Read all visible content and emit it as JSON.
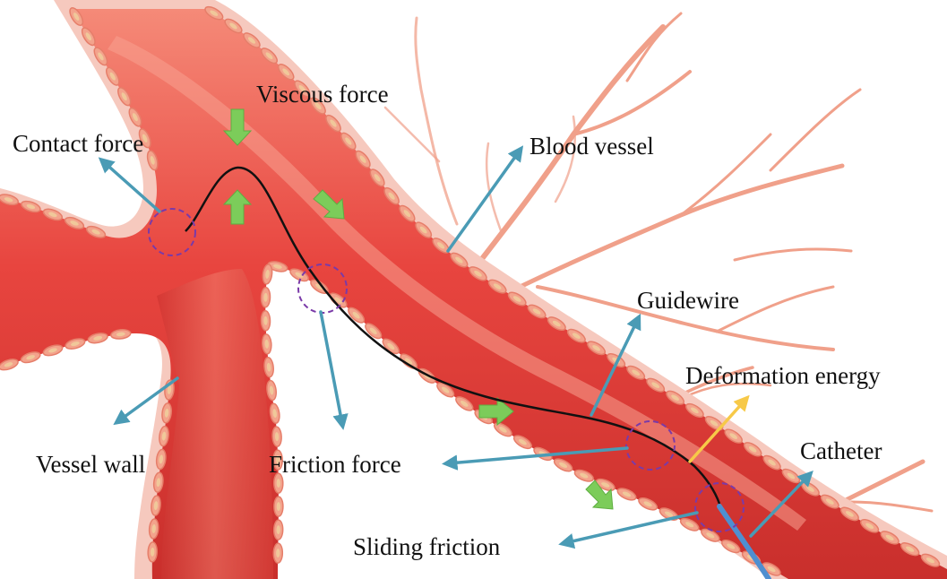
{
  "labels": {
    "viscous_force": "Viscous force",
    "contact_force": "Contact force",
    "blood_vessel": "Blood vessel",
    "guidewire": "Guidewire",
    "deformation_energy": "Deformation energy",
    "catheter": "Catheter",
    "vessel_wall": "Vessel wall",
    "friction_force": "Friction force",
    "sliding_friction": "Sliding friction"
  },
  "colors": {
    "vessel_fill": "#e8453f",
    "vessel_dark": "#c92f2c",
    "vessel_light": "#f58a78",
    "wall_outer": "#f6c9be",
    "wall_cell": "#f3a38c",
    "wall_cell_core": "#f0c89a",
    "capillary": "#f0a08a",
    "arrow_teal": "#4a9bb5",
    "arrow_green": "#7ccc5a",
    "arrow_yellow": "#f7c948",
    "guidewire": "#111111",
    "catheter": "#4f8fd0",
    "circle_dash": "#7a3aa8"
  }
}
